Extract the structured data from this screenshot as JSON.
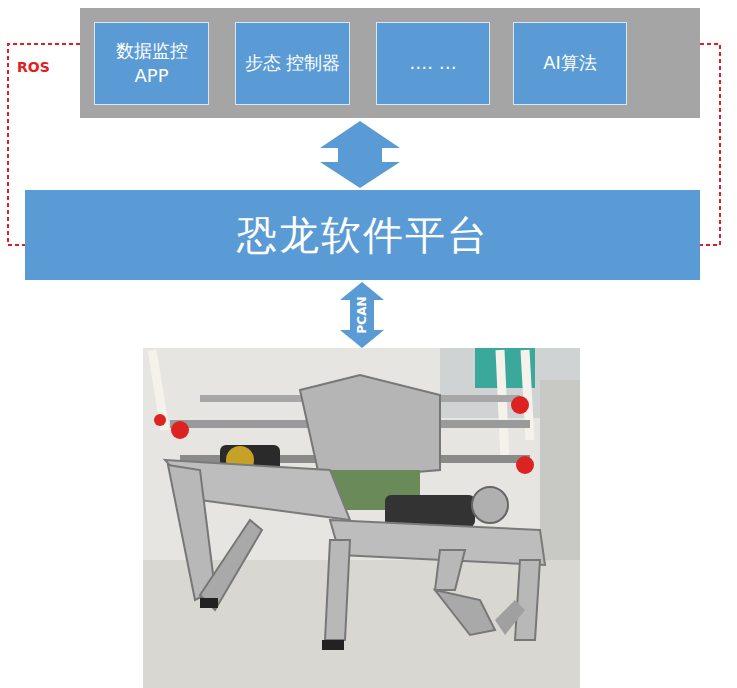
{
  "diagram": {
    "nodes": [
      {
        "text": [
          "数据监控 APP"
        ]
      },
      {
        "text": [
          "步态 控制器"
        ]
      },
      {
        "text": [
          "…. …"
        ]
      },
      {
        "text": [
          "AI算法"
        ]
      },
      {
        "text": [
          "恐龙软件平台"
        ]
      }
    ],
    "labels": [
      "ROS",
      "PCAN"
    ]
  }
}
